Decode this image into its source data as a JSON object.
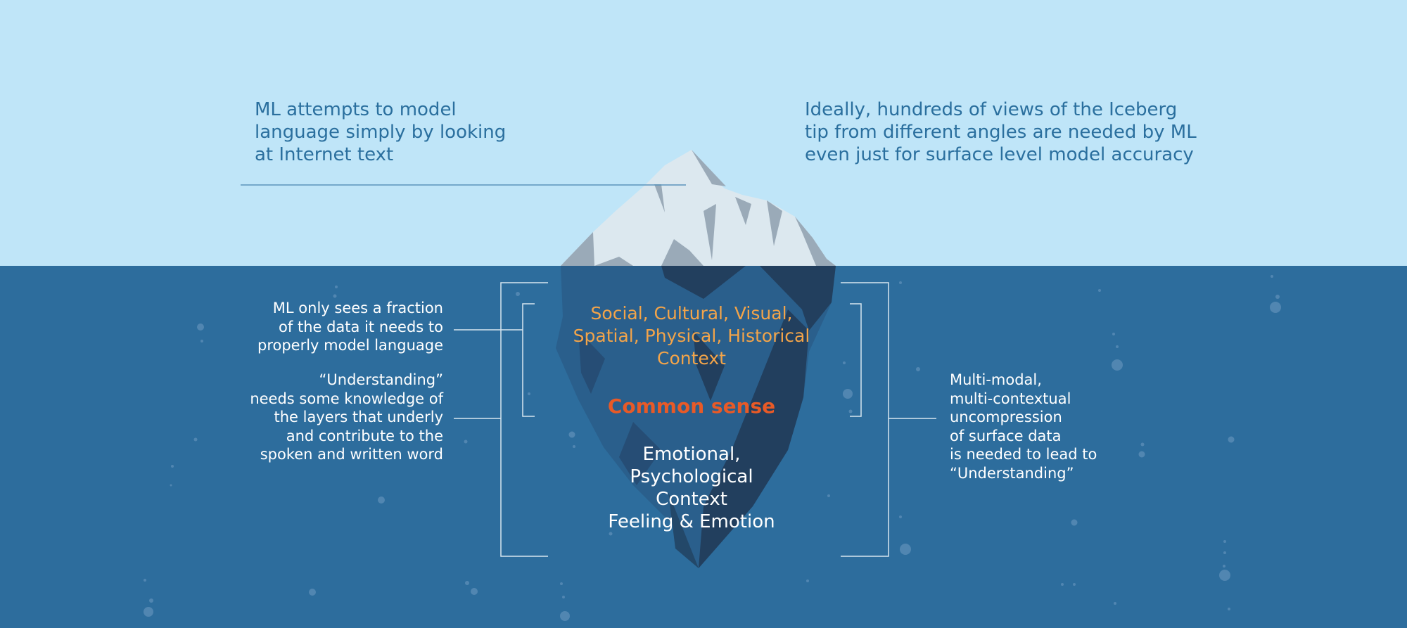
{
  "colors": {
    "sky": "#bfe5f8",
    "water": "#2d6d9d",
    "tip_light": "#dce8ef",
    "tip_shadow": "#9aaab8",
    "underwater_ice": "#2a5f8c",
    "underwater_shadow": "#223f5e",
    "bracket_line": "#d8e6f0",
    "divider_line": "#5b93bb",
    "orange": "#f3a449",
    "red_orange": "#e85a27"
  },
  "above_water": {
    "left_note": [
      "ML attempts to model",
      "language simply by looking",
      "at Internet text"
    ],
    "right_note": [
      "Ideally, hundreds of views of the Iceberg",
      "tip from different angles are needed by ML",
      "even just for surface level model accuracy"
    ]
  },
  "below_water": {
    "left_note_1": [
      "ML only sees a fraction",
      "of the data it needs to",
      "properly model language"
    ],
    "left_note_2": [
      "“Understanding”",
      "needs some knowledge of",
      "the layers that underly",
      "and contribute to the",
      "spoken and written word"
    ],
    "right_note": [
      "Multi-modal,",
      "multi-contextual",
      "uncompression",
      "of surface data",
      "is needed to lead to",
      "“Understanding”"
    ]
  },
  "iceberg_layers": {
    "context_layer": [
      "Social, Cultural, Visual,",
      "Spatial, Physical, Historical",
      "Context"
    ],
    "common_sense": "Common sense",
    "emotional_layer": [
      "Emotional,",
      "Psychological",
      "Context",
      "Feeling & Emotion"
    ]
  }
}
